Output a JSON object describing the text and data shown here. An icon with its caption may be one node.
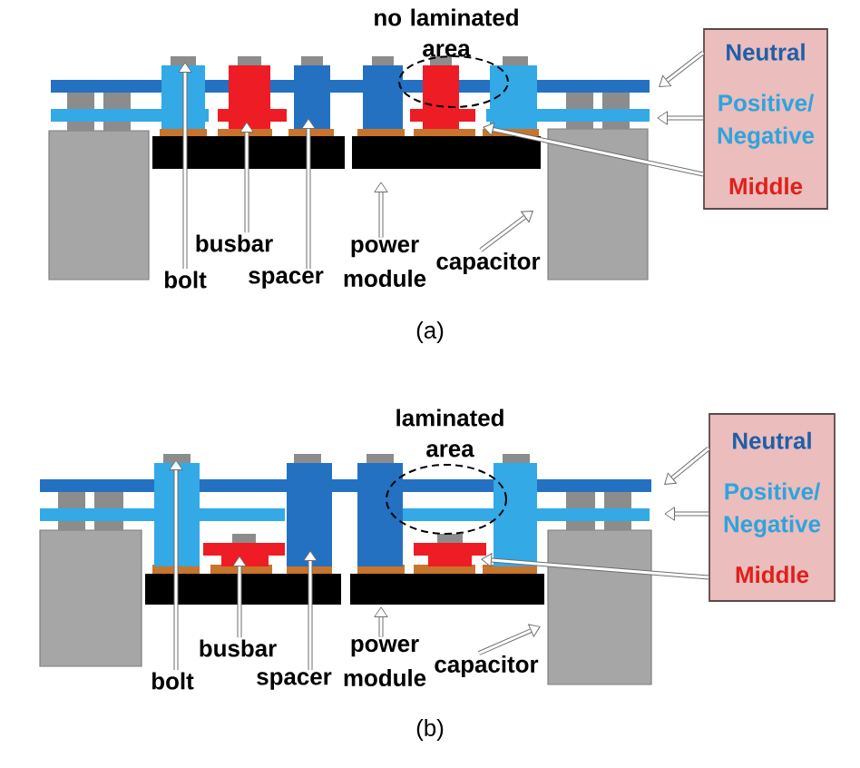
{
  "diagram": {
    "nodes": [
      {
        "text": [
          "Neutral",
          "Positive/ Negative",
          "Middle"
        ]
      },
      {
        "text": [
          "bolt"
        ]
      },
      {
        "text": [
          "busbar"
        ]
      },
      {
        "text": [
          "spacer"
        ]
      },
      {
        "text": [
          "power module"
        ]
      },
      {
        "text": [
          "capacitor"
        ]
      },
      {
        "text": [
          "Neutral",
          "Positive/ Negative",
          "Middle"
        ]
      },
      {
        "text": [
          "bolt"
        ]
      },
      {
        "text": [
          "busbar"
        ]
      },
      {
        "text": [
          "spacer"
        ]
      },
      {
        "text": [
          "power module"
        ]
      },
      {
        "text": [
          "capacitor"
        ]
      }
    ],
    "edges": [
      {
        "from": 0,
        "to": null,
        "arrow": "to"
      },
      {
        "from": 0,
        "to": null,
        "arrow": "to"
      },
      {
        "from": 0,
        "to": null,
        "arrow": "to"
      },
      {
        "from": 1,
        "to": null,
        "arrow": "to"
      },
      {
        "from": 2,
        "to": null,
        "arrow": "to"
      },
      {
        "from": 3,
        "to": null,
        "arrow": "to"
      },
      {
        "from": 4,
        "to": null,
        "arrow": "to"
      },
      {
        "from": 5,
        "to": null,
        "arrow": "to"
      },
      {
        "from": 6,
        "to": null,
        "arrow": "to"
      },
      {
        "from": 6,
        "to": null,
        "arrow": "to"
      },
      {
        "from": 6,
        "to": null,
        "arrow": "to"
      },
      {
        "from": 7,
        "to": null,
        "arrow": "to"
      },
      {
        "from": 8,
        "to": null,
        "arrow": "to"
      },
      {
        "from": 9,
        "to": null,
        "arrow": "to"
      },
      {
        "from": 10,
        "to": null,
        "arrow": "to"
      },
      {
        "from": 11,
        "to": null,
        "arrow": "to"
      }
    ],
    "labels": [
      "no laminated area",
      "(a)",
      "laminated area",
      "(b)"
    ]
  }
}
